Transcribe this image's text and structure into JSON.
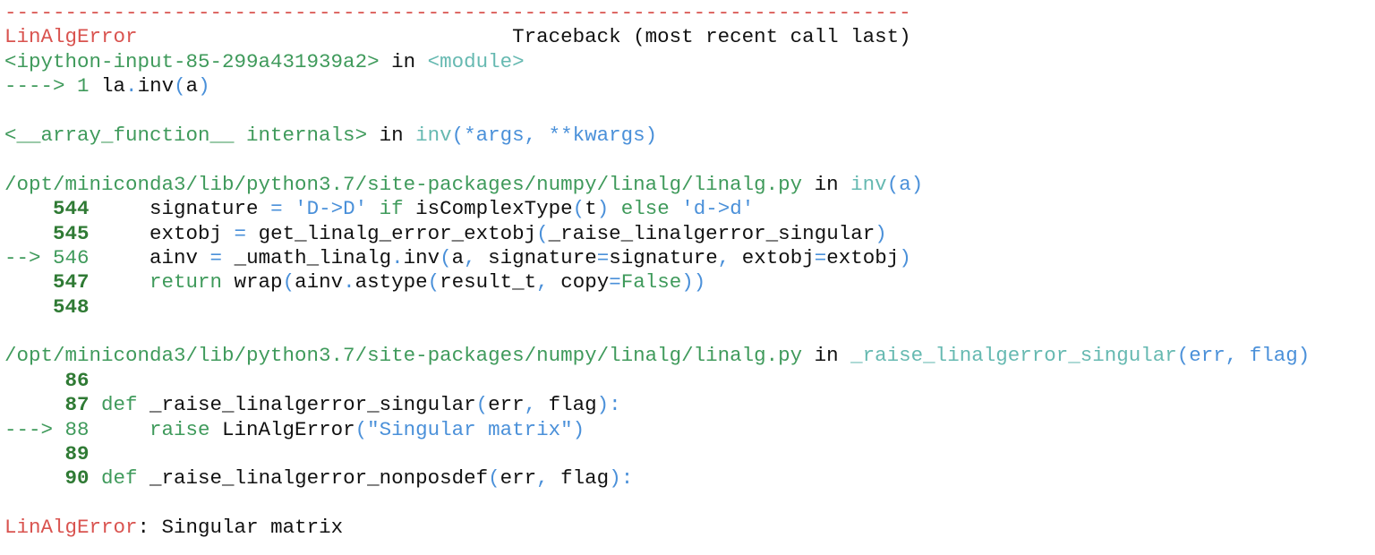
{
  "colors": {
    "error": "#d9534f",
    "green": "#3f9a5b",
    "cyan": "#66b9b1",
    "blue": "#4a90d9",
    "lineno": "#2f7a34"
  },
  "lines": [
    {
      "segments": [
        [
          "---------------------------------------------------------------------------",
          "r"
        ]
      ]
    },
    {
      "segments": [
        [
          "LinAlgError",
          "r"
        ],
        [
          "                               Traceback (most recent call last)",
          "k"
        ]
      ]
    },
    {
      "segments": [
        [
          "<ipython-input-85-299a431939a2>",
          "g"
        ],
        [
          " in ",
          "k"
        ],
        [
          "<module>",
          "c"
        ]
      ]
    },
    {
      "segments": [
        [
          "---->",
          "g"
        ],
        [
          " 1 ",
          "g"
        ],
        [
          "la",
          "k"
        ],
        [
          ".",
          "b"
        ],
        [
          "inv",
          "k"
        ],
        [
          "(",
          "b"
        ],
        [
          "a",
          "k"
        ],
        [
          ")",
          "b"
        ]
      ]
    },
    {
      "segments": []
    },
    {
      "segments": [
        [
          "<__array_function__ internals>",
          "g"
        ],
        [
          " in ",
          "k"
        ],
        [
          "inv",
          "c"
        ],
        [
          "(*args, **kwargs)",
          "b"
        ]
      ]
    },
    {
      "segments": []
    },
    {
      "segments": [
        [
          "/opt/miniconda3/lib/python3.7/site-packages/numpy/linalg/linalg.py",
          "g"
        ],
        [
          " in ",
          "k"
        ],
        [
          "inv",
          "c"
        ],
        [
          "(a)",
          "b"
        ]
      ]
    },
    {
      "segments": [
        [
          "    544",
          "n"
        ],
        [
          "     signature ",
          "k"
        ],
        [
          "=",
          "b"
        ],
        [
          " ",
          "k"
        ],
        [
          "'D->D'",
          "b"
        ],
        [
          " ",
          "k"
        ],
        [
          "if",
          "g"
        ],
        [
          " isComplexType",
          "k"
        ],
        [
          "(",
          "b"
        ],
        [
          "t",
          "k"
        ],
        [
          ")",
          "b"
        ],
        [
          " ",
          "k"
        ],
        [
          "else",
          "g"
        ],
        [
          " ",
          "k"
        ],
        [
          "'d->d'",
          "b"
        ]
      ]
    },
    {
      "segments": [
        [
          "    545",
          "n"
        ],
        [
          "     extobj ",
          "k"
        ],
        [
          "=",
          "b"
        ],
        [
          " get_linalg_error_extobj",
          "k"
        ],
        [
          "(",
          "b"
        ],
        [
          "_raise_linalgerror_singular",
          "k"
        ],
        [
          ")",
          "b"
        ]
      ]
    },
    {
      "segments": [
        [
          "--> 546",
          "g"
        ],
        [
          "     ainv ",
          "k"
        ],
        [
          "=",
          "b"
        ],
        [
          " _umath_linalg",
          "k"
        ],
        [
          ".",
          "b"
        ],
        [
          "inv",
          "k"
        ],
        [
          "(",
          "b"
        ],
        [
          "a",
          "k"
        ],
        [
          ",",
          "b"
        ],
        [
          " signature",
          "k"
        ],
        [
          "=",
          "b"
        ],
        [
          "signature",
          "k"
        ],
        [
          ",",
          "b"
        ],
        [
          " extobj",
          "k"
        ],
        [
          "=",
          "b"
        ],
        [
          "extobj",
          "k"
        ],
        [
          ")",
          "b"
        ]
      ]
    },
    {
      "segments": [
        [
          "    547",
          "n"
        ],
        [
          "     ",
          "k"
        ],
        [
          "return",
          "g"
        ],
        [
          " wrap",
          "k"
        ],
        [
          "(",
          "b"
        ],
        [
          "ainv",
          "k"
        ],
        [
          ".",
          "b"
        ],
        [
          "astype",
          "k"
        ],
        [
          "(",
          "b"
        ],
        [
          "result_t",
          "k"
        ],
        [
          ",",
          "b"
        ],
        [
          " copy",
          "k"
        ],
        [
          "=",
          "b"
        ],
        [
          "False",
          "g"
        ],
        [
          "))",
          "b"
        ]
      ]
    },
    {
      "segments": [
        [
          "    548",
          "n"
        ]
      ]
    },
    {
      "segments": []
    },
    {
      "segments": [
        [
          "/opt/miniconda3/lib/python3.7/site-packages/numpy/linalg/linalg.py",
          "g"
        ],
        [
          " in ",
          "k"
        ],
        [
          "_raise_linalgerror_singular",
          "c"
        ],
        [
          "(err, flag)",
          "b"
        ]
      ]
    },
    {
      "segments": [
        [
          "     86",
          "n"
        ]
      ]
    },
    {
      "segments": [
        [
          "     87",
          "n"
        ],
        [
          " ",
          "k"
        ],
        [
          "def",
          "g"
        ],
        [
          " _raise_linalgerror_singular",
          "k"
        ],
        [
          "(",
          "b"
        ],
        [
          "err",
          "k"
        ],
        [
          ",",
          "b"
        ],
        [
          " flag",
          "k"
        ],
        [
          "):",
          "b"
        ]
      ]
    },
    {
      "segments": [
        [
          "---> 88",
          "g"
        ],
        [
          "     ",
          "k"
        ],
        [
          "raise",
          "g"
        ],
        [
          " LinAlgError",
          "k"
        ],
        [
          "(",
          "b"
        ],
        [
          "\"Singular matrix\"",
          "b"
        ],
        [
          ")",
          "b"
        ]
      ]
    },
    {
      "segments": [
        [
          "     89",
          "n"
        ]
      ]
    },
    {
      "segments": [
        [
          "     90",
          "n"
        ],
        [
          " ",
          "k"
        ],
        [
          "def",
          "g"
        ],
        [
          " _raise_linalgerror_nonposdef",
          "k"
        ],
        [
          "(",
          "b"
        ],
        [
          "err",
          "k"
        ],
        [
          ",",
          "b"
        ],
        [
          " flag",
          "k"
        ],
        [
          "):",
          "b"
        ]
      ]
    },
    {
      "segments": []
    },
    {
      "segments": [
        [
          "LinAlgError",
          "r"
        ],
        [
          ":",
          "k"
        ],
        [
          " Singular matrix",
          "k"
        ]
      ]
    }
  ]
}
